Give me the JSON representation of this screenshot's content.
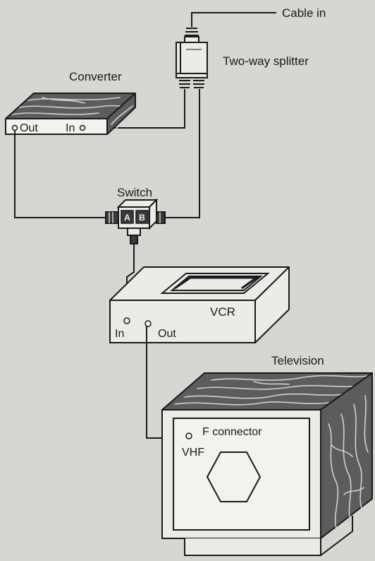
{
  "labels": {
    "cable_in": "Cable in",
    "splitter": "Two-way splitter",
    "converter": "Converter",
    "converter_out": "Out",
    "converter_in": "In",
    "switch": "Switch",
    "switch_a": "A",
    "switch_b": "B",
    "vcr": "VCR",
    "vcr_in": "In",
    "vcr_out": "Out",
    "television": "Television",
    "f_connector": "F connector",
    "vhf": "VHF"
  },
  "colors": {
    "background": "#d6d6d2",
    "line": "#1a1a1a",
    "wood": "#5c5c5c"
  }
}
